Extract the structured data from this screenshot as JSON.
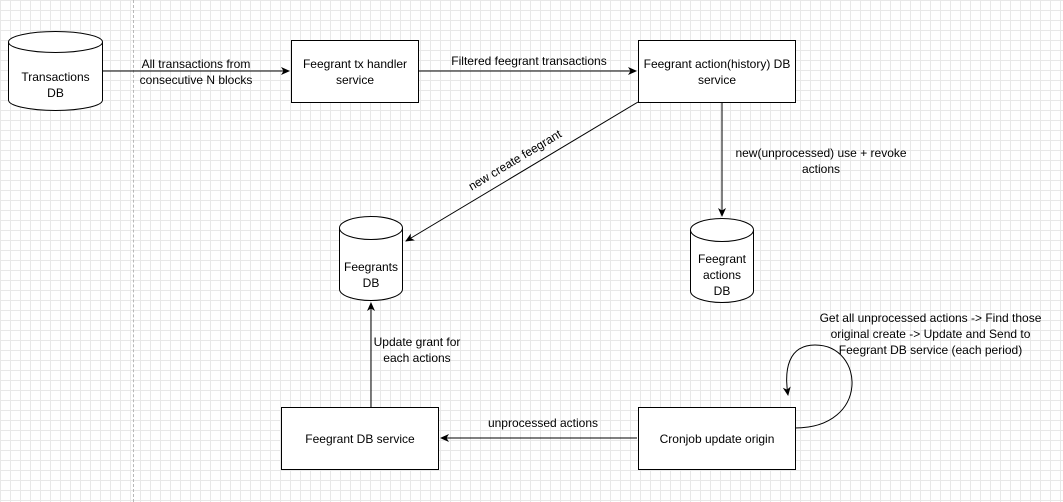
{
  "nodes": {
    "transactions_db": "Transactions\nDB",
    "tx_handler": "Feegrant tx handler\nservice",
    "action_history_db_service": "Feegrant action(history) DB\nservice",
    "feegrants_db": "Feegrants\nDB",
    "feegrant_actions_db": "Feegrant\nactions\nDB",
    "feegrant_db_service": "Feegrant DB service",
    "cronjob": "Cronjob update origin"
  },
  "edges": {
    "all_transactions": "All transactions from\nconsecutive N blocks",
    "filtered": "Filtered feegrant transactions",
    "new_create": "new create feegrant",
    "unprocessed_use_revoke": "new(unprocessed) use + revoke\nactions",
    "update_grant": "Update grant for\neach actions",
    "unprocessed_actions": "unprocessed actions",
    "cron_loop": "Get all unprocessed actions ->  Find those\noriginal create -> Update and Send to\nFeegrant DB service (each period)"
  }
}
